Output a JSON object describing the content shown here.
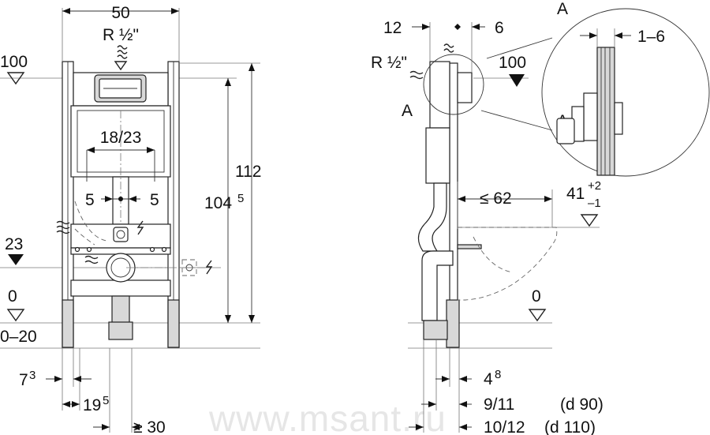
{
  "watermark": "www.msant.ru",
  "front_view": {
    "width": "50",
    "connection_thread": "R ½\"",
    "level_top": "100",
    "level_23": "23",
    "level_0": "0",
    "floor_range": "0–20",
    "flush_pipe": "18/23",
    "offset_left": "5",
    "offset_right": "5",
    "height_total": "112",
    "height_frame_base": "104",
    "height_frame_sup": "5",
    "foot_offset_base": "7",
    "foot_offset_sup": "3",
    "foot_spacing_base": "19",
    "foot_spacing_sup": "5",
    "min_width": "≥ 30"
  },
  "side_view": {
    "dim_12": "12",
    "dim_6": "6",
    "connection_thread": "R ½\"",
    "level_top": "100",
    "detail_label": "A",
    "bowl_projection": "≤ 62",
    "seat_height": "41",
    "seat_tol_plus": "+2",
    "seat_tol_minus": "–1",
    "level_0": "0",
    "depth_small_base": "4",
    "depth_small_sup": "8",
    "depth_d90": "9/11",
    "d90_label": "(d 90)",
    "depth_d110": "10/12",
    "d110_label": "(d 110)"
  },
  "detail": {
    "label": "A",
    "wall_range": "1–6"
  },
  "icons": {
    "water": "water-supply-icon",
    "electric": "electric-icon",
    "level_marker": "level-triangle-icon"
  }
}
